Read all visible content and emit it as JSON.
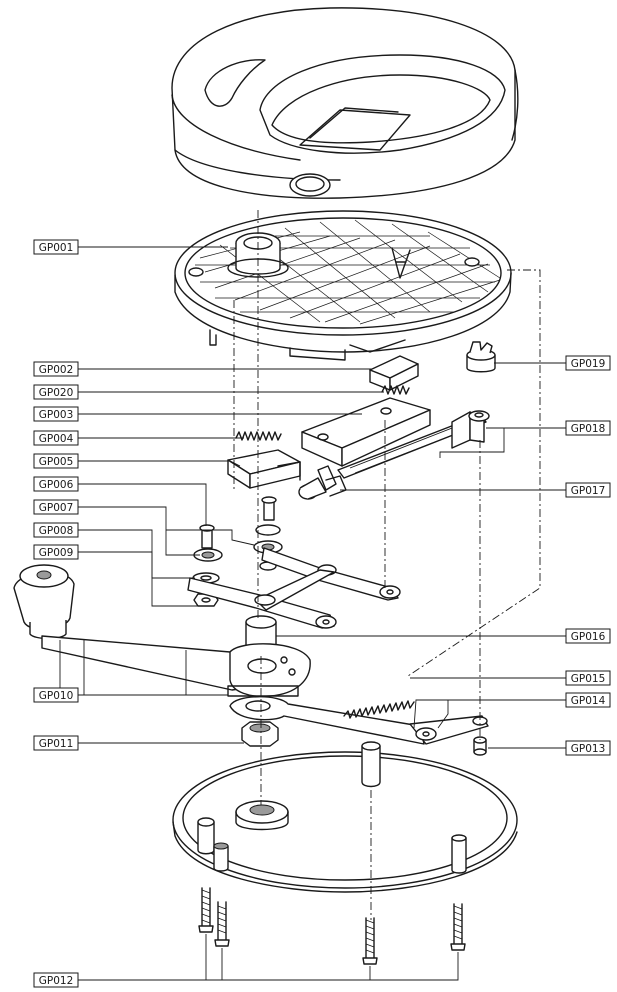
{
  "labels": [
    {
      "id": "GP001",
      "text": "GP001"
    },
    {
      "id": "GP002",
      "text": "GP002"
    },
    {
      "id": "GP020",
      "text": "GP020"
    },
    {
      "id": "GP003",
      "text": "GP003"
    },
    {
      "id": "GP004",
      "text": "GP004"
    },
    {
      "id": "GP005",
      "text": "GP005"
    },
    {
      "id": "GP006",
      "text": "GP006"
    },
    {
      "id": "GP007",
      "text": "GP007"
    },
    {
      "id": "GP008",
      "text": "GP008"
    },
    {
      "id": "GP009",
      "text": "GP009"
    },
    {
      "id": "GP010",
      "text": "GP010"
    },
    {
      "id": "GP011",
      "text": "GP011"
    },
    {
      "id": "GP012",
      "text": "GP012"
    },
    {
      "id": "GP019",
      "text": "GP019"
    },
    {
      "id": "GP018",
      "text": "GP018"
    },
    {
      "id": "GP017",
      "text": "GP017"
    },
    {
      "id": "GP016",
      "text": "GP016"
    },
    {
      "id": "GP015",
      "text": "GP015"
    },
    {
      "id": "GP014",
      "text": "GP014"
    },
    {
      "id": "GP013",
      "text": "GP013"
    }
  ]
}
